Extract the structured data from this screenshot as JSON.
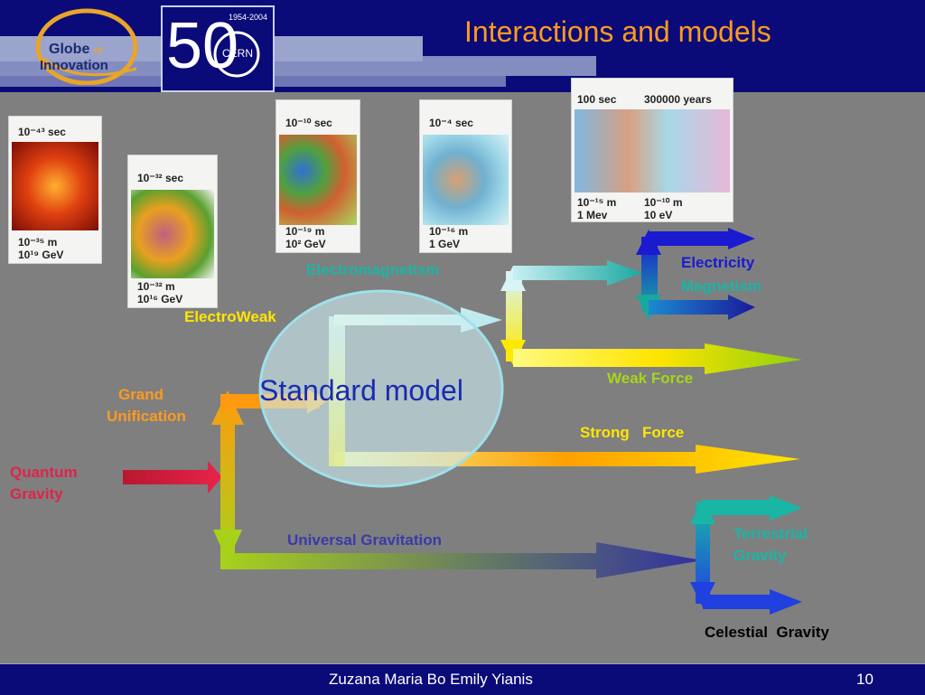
{
  "slide": {
    "title": "Interactions and models",
    "logo_globe_text_1": "Globe",
    "logo_globe_text_2": "of",
    "logo_globe_text_3": "Innovation",
    "logo_cern_years": "1954-2004",
    "logo_cern_text": "CERN",
    "logo_cern_number": "50"
  },
  "cards": [
    {
      "top": "10⁻⁴³ sec",
      "bottom_1": "10⁻³⁵ m",
      "bottom_2": "10¹⁹ GeV"
    },
    {
      "top": "10⁻³² sec",
      "bottom_1": "10⁻³² m",
      "bottom_2": "10¹⁶ GeV"
    },
    {
      "top": "10⁻¹⁰ sec",
      "bottom_1": "10⁻¹⁹ m",
      "bottom_2": "10² GeV"
    },
    {
      "top": "10⁻⁴ sec",
      "bottom_1": "10⁻¹⁶ m",
      "bottom_2": "1 GeV"
    },
    {
      "top_1": "100 sec",
      "top_2": "300000 years",
      "bottom_1": "10⁻¹⁵ m",
      "bottom_2": "1 Mev",
      "bottom_3": "10⁻¹⁰ m",
      "bottom_4": "10 eV"
    }
  ],
  "labels": {
    "electromagnetism": "Electromagnetism",
    "electricity": "Electricity",
    "magnetism": "Magnetism",
    "electroweak": "ElectroWeak",
    "weak_force": "Weak Force",
    "standard_model": "Standard model",
    "grand_unification_1": "Grand",
    "grand_unification_2": "Unification",
    "strong_force": "Strong   Force",
    "quantum_gravity_1": "Quantum",
    "quantum_gravity_2": "Gravity",
    "universal_gravitation": "Universal Gravitation",
    "terrestrial_gravity_1": "Terrestrial",
    "terrestrial_gravity_2": "Gravity",
    "celestial_gravity": "Celestial  Gravity"
  },
  "colors": {
    "header_bg": "#0a0a78",
    "title": "#ff9a1f",
    "background": "#7f7f7f",
    "electromagnetism": "#19b6a6",
    "electricity": "#1a1ad0",
    "weak_force": "#a6d61a",
    "grand_unification": "#ff9a1f",
    "strong_force": "#ffe600",
    "quantum_gravity": "#e0234a",
    "universal_gravitation": "#3a3aa8",
    "terrestrial_gravity": "#19b6a6",
    "celestial_gravity": "#000000"
  },
  "footer": {
    "author": "Zuzana Maria Bo Emily Yianis",
    "page": "10"
  }
}
